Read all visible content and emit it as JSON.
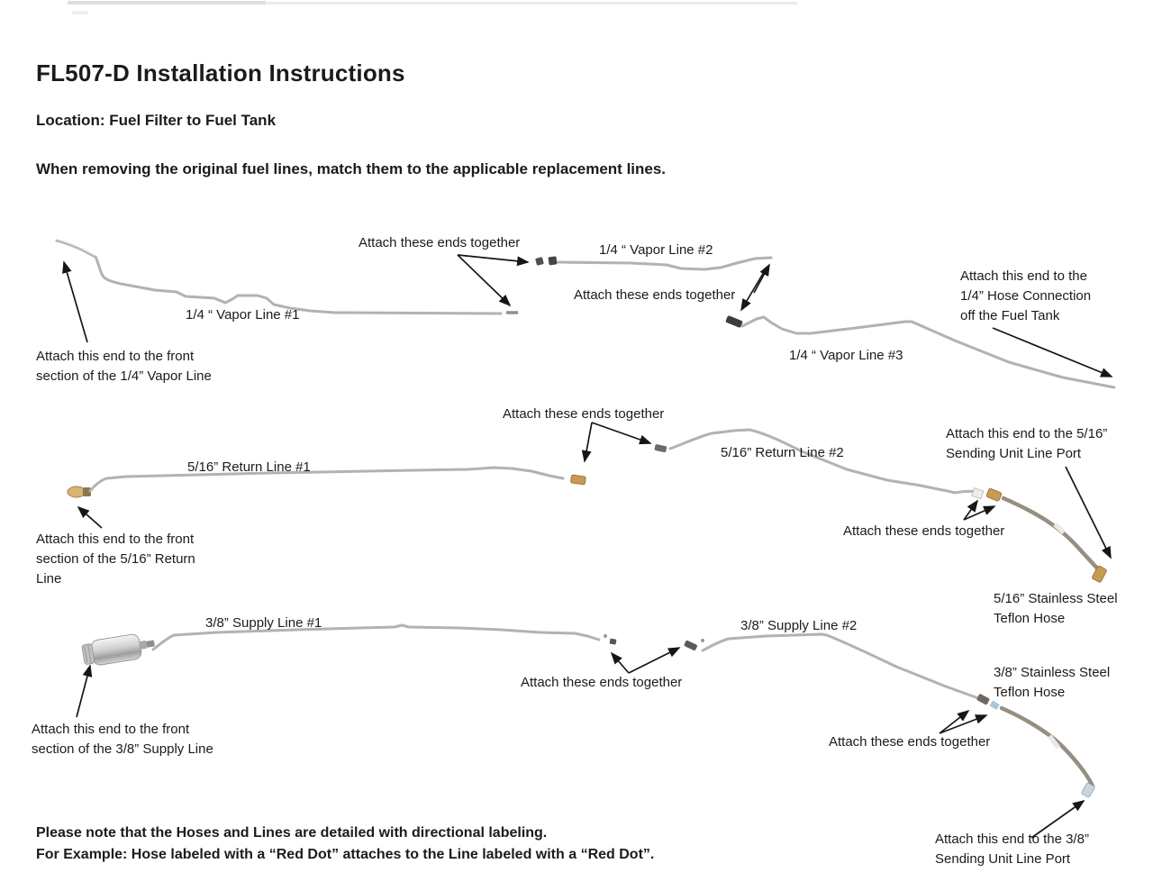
{
  "header": {
    "title": "FL507-D Installation Instructions",
    "location": "Location: Fuel Filter to Fuel Tank",
    "intro": "When removing the original fuel lines, match them to the applicable replacement lines."
  },
  "vapor_row": {
    "line1_label": "1/4 “ Vapor Line #1",
    "line2_label": "1/4 “ Vapor Line #2",
    "line3_label": "1/4 “ Vapor Line #3",
    "attach_ends_left": "Attach these ends together",
    "attach_ends_right": "Attach these ends together",
    "front_note": "Attach this end  to the front\nsection of the 1/4” Vapor Line",
    "tank_note": "Attach this end to the\n1/4” Hose Connection\noff the Fuel Tank"
  },
  "return_row": {
    "line1_label": "5/16” Return Line #1",
    "line2_label": "5/16” Return Line #2",
    "attach_ends_left": "Attach these ends together",
    "attach_ends_right": "Attach these ends together",
    "front_note": "Attach this end to the front\nsection of the 5/16” Return\nLine",
    "sending_note": "Attach this end to the 5/16”\nSending Unit Line Port",
    "hose_label": "5/16” Stainless Steel\nTeflon Hose"
  },
  "supply_row": {
    "line1_label": "3/8” Supply Line #1",
    "line2_label": "3/8” Supply Line #2",
    "attach_ends_left": "Attach these ends together",
    "attach_ends_right": "Attach these ends together",
    "front_note": "Attach this end to the front\nsection of the 3/8” Supply Line",
    "sending_note": "Attach this end to the 3/8”\nSending Unit Line Port",
    "hose_label": "3/8” Stainless Steel\nTeflon Hose"
  },
  "footer": {
    "note": "Please note that the Hoses and Lines are detailed with directional labeling.\nFor Example: Hose labeled with a “Red Dot” attaches to the Line labeled with a “Red Dot”."
  },
  "colors": {
    "text": "#1b1b1b",
    "metal_line": "#b2b2b2",
    "stainless_hose": "#968e80",
    "brass_fitting": "#c99a52",
    "arrow": "#161616",
    "blue_band": "#a9c8e0"
  }
}
